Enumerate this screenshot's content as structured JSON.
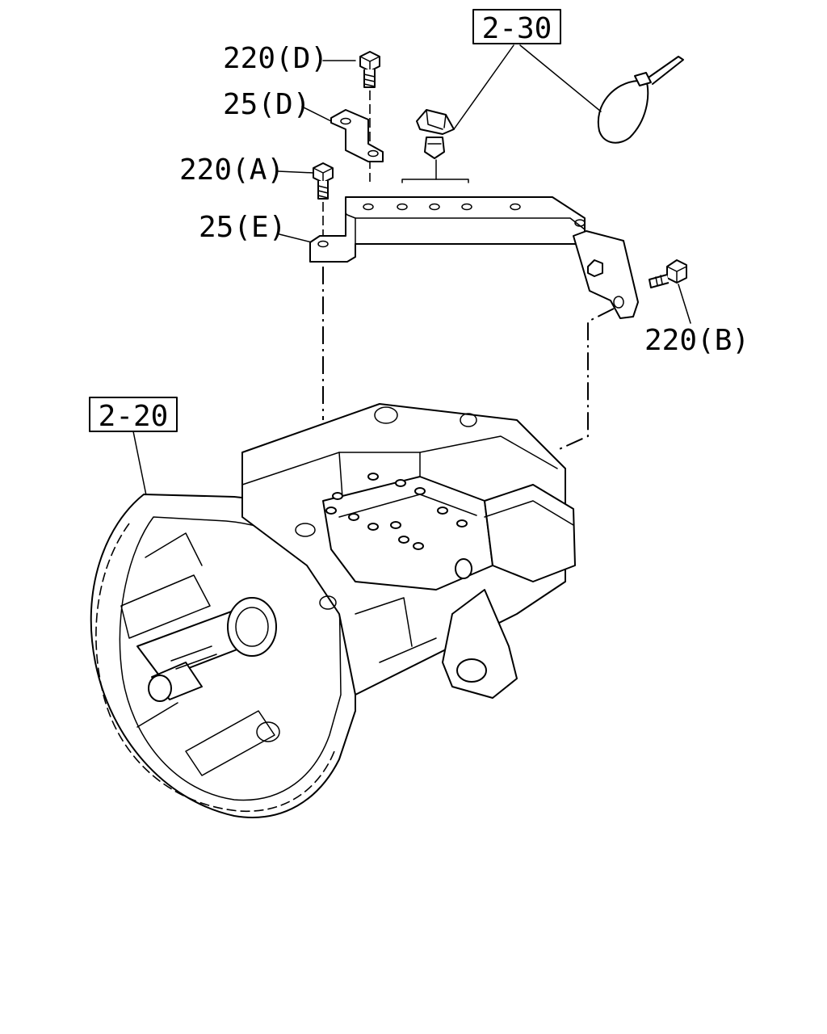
{
  "callouts": {
    "ref_2_30": "2-30",
    "ref_2_20": "2-20",
    "bolt_220_d": "220(D)",
    "bracket_25_d": "25(D)",
    "bolt_220_a": "220(A)",
    "bracket_25_e": "25(E)",
    "bolt_220_b": "220(B)"
  }
}
